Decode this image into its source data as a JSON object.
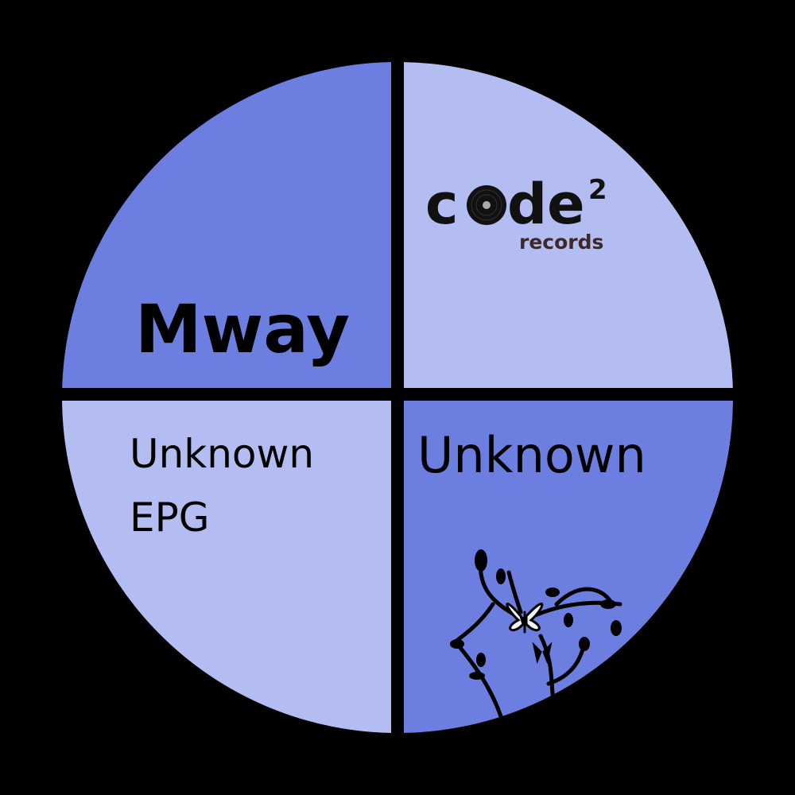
{
  "label": {
    "title": "Mway",
    "artist": "Unknown",
    "line1": "Unknown",
    "line2": "EPG"
  },
  "logo": {
    "word_left": "c",
    "word_right": "de",
    "superscript": "2",
    "sub": "records",
    "icon": "vinyl-record-icon"
  },
  "colors": {
    "background": "#000000",
    "quad_dark": "#6c7fe0",
    "quad_light": "#b4bdf1",
    "divider": "#000000"
  },
  "decoration": {
    "icon": "floral-butterfly-icon"
  }
}
